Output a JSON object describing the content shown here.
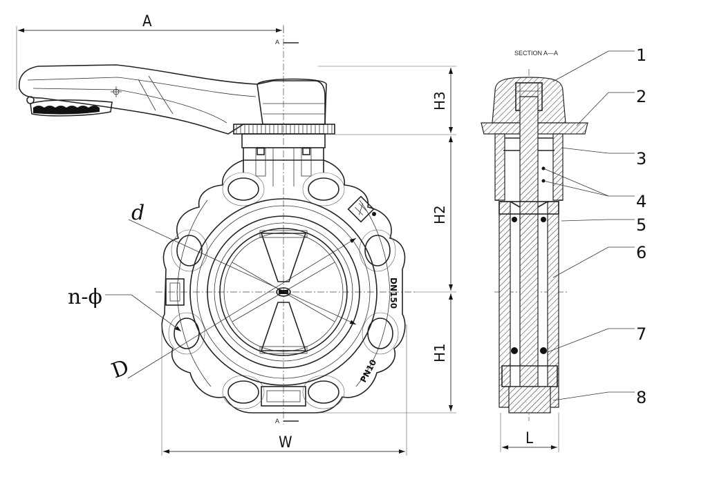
{
  "section_title": "SECTION A—A",
  "section_marks": {
    "top": "A",
    "bottom": "A"
  },
  "dimensions": {
    "A": "A",
    "W": "W",
    "L": "L",
    "H1": "H1",
    "H2": "H2",
    "H3": "H3",
    "d": "d",
    "D": "D",
    "n_phi": "n-ϕ"
  },
  "body_markings": {
    "dn": "DN150",
    "pn": "PN10"
  },
  "callouts": [
    "1",
    "2",
    "3",
    "4",
    "5",
    "6",
    "7",
    "8"
  ]
}
